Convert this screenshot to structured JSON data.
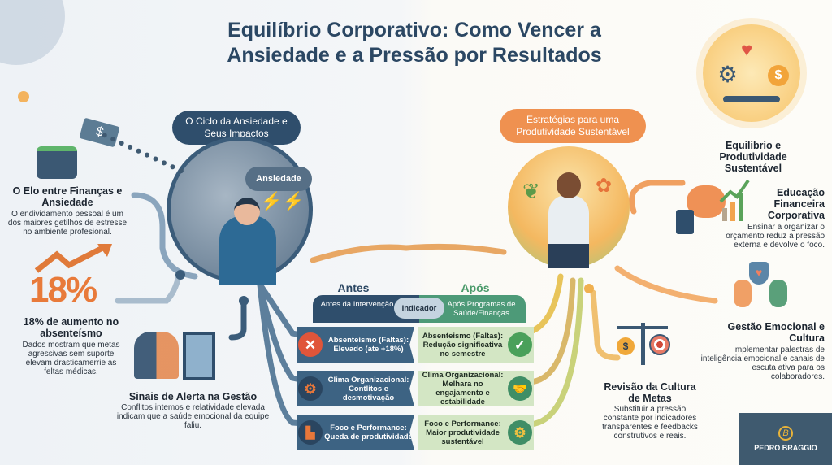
{
  "title": {
    "line1": "Equilíbrio Corporativo: Como Vencer a",
    "line2": "Ansiedade e a Pressão por Resultados"
  },
  "left_section": {
    "pill": "O Ciclo da Ansiedade e Seus Impactos",
    "cloud_label": "Ansiedade",
    "finance_link": {
      "heading": "O Elo entre Finanças e Ansiedade",
      "text": "O endividamento pessoal é um dos maiores getilhos de estresse no ambiente profesional."
    },
    "stat": {
      "value": "18%",
      "heading": "18% de aumento no absenteísmo",
      "text": "Dados mostram que metas agressivas sem suporte elevam drasticamerrie as feltas médicas."
    },
    "alert": {
      "heading": "Sinais de Alerta na Gestão",
      "text": "Conflitos intemos e relatividade elevada indicam que a saúde emocional da equipe faliu."
    }
  },
  "right_section": {
    "pill": "Estratégias para uma Produtividade Sustentável",
    "balance": {
      "heading": "Equilibrio e Produtividade Sustentável"
    },
    "education": {
      "heading": "Educação Financeira Corporativa",
      "text": "Ensinar a organizar o orçamento reduz a pressão externa e devolve o foco."
    },
    "emotional": {
      "heading": "Gestão Emocional e Cultura",
      "text": "Implementar palestras de inteligência emocional e canais de escuta ativa para os colaboradores."
    },
    "goals": {
      "heading": "Revisão da Cultura de Metas",
      "text": "Substituir a pressão constante por indicadores transparentes e feedbacks construtivos e reais."
    }
  },
  "comparison": {
    "before_label": "Antes",
    "after_label": "Após",
    "header_before": "Antes da Intervenção",
    "header_indicator": "Indicador",
    "header_after": "Após Programas de Saúde/Finanças",
    "rows": [
      {
        "before": "Absenteísmo (Faltas): Elevado (ate +18%)",
        "after": "Absenteismo (Faltas): Redução significativa no semestre",
        "before_icon": "x-icon",
        "after_icon": "check-icon"
      },
      {
        "before": "Clima Organizacional: Contlitos e desmotivação",
        "after": "Clima Organizacional: Melhara no engajamento e estabilidade",
        "before_icon": "gears-icon",
        "after_icon": "handshake-icon"
      },
      {
        "before": "Foco e Performance: Queda de produtividade",
        "after": "Foco e Performance: Maior produtividade sustentável",
        "before_icon": "declining-chart-icon",
        "after_icon": "growth-gear-icon"
      }
    ]
  },
  "logo": {
    "name": "PEDRO BRAGGIO"
  },
  "colors": {
    "navy": "#2b4763",
    "blue": "#3d6383",
    "orange": "#f0924a",
    "green": "#d3e6c4",
    "red": "#e0553a",
    "check": "#4aa05a"
  }
}
